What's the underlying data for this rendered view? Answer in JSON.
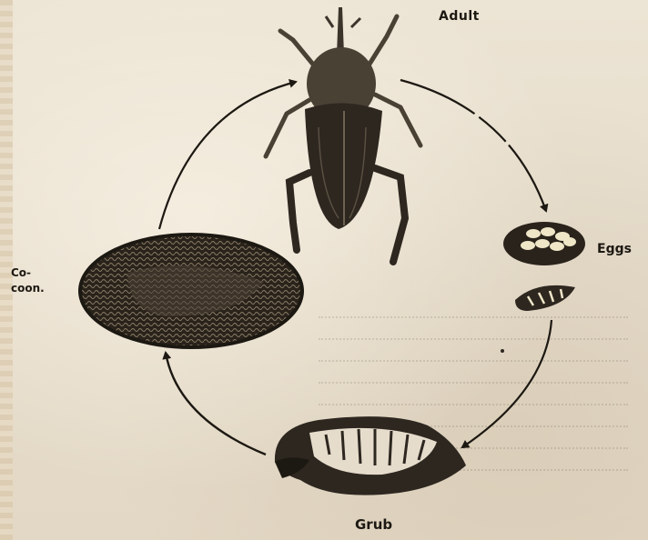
{
  "diagram": {
    "labels": {
      "adult": "Adult",
      "eggs": "Eggs",
      "grub": "Grub",
      "cocoon_line1": "Co-",
      "cocoon_line2": "coon."
    },
    "stages": [
      "Adult",
      "Eggs",
      "Grub",
      "Cocoon"
    ],
    "colors": {
      "paper": "#e9e0d0",
      "ink": "#1c1812",
      "egg_fill": "#efe6c8"
    }
  }
}
